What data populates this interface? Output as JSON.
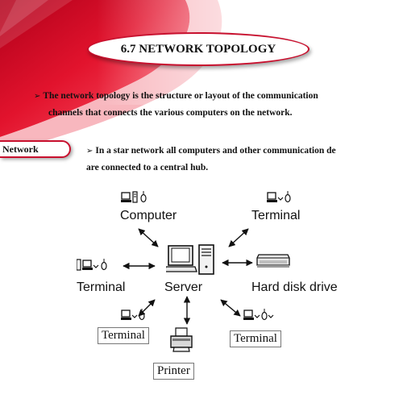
{
  "slide": {
    "title": "6.7 NETWORK TOPOLOGY",
    "side_label": "Network",
    "bullet1": {
      "line1": "The network topology is the structure or layout of the communication",
      "line2": "channels that connects the various computers on the network."
    },
    "bullet2": {
      "line1": "In a star network all computers and other communication de",
      "line2": "are connected to a central hub."
    },
    "accent_color": "#c8102e"
  },
  "diagram": {
    "center": "Server",
    "nodes": {
      "computer": "Computer",
      "terminal_top_right": "Terminal",
      "terminal_left": "Terminal",
      "hard_disk": "Hard disk drive",
      "terminal_bottom_left": "Terminal",
      "terminal_bottom_right": "Terminal",
      "printer": "Printer"
    },
    "icons": [
      "computer-icon",
      "terminal-icon",
      "server-icon",
      "hard-disk-icon",
      "printer-icon"
    ]
  }
}
